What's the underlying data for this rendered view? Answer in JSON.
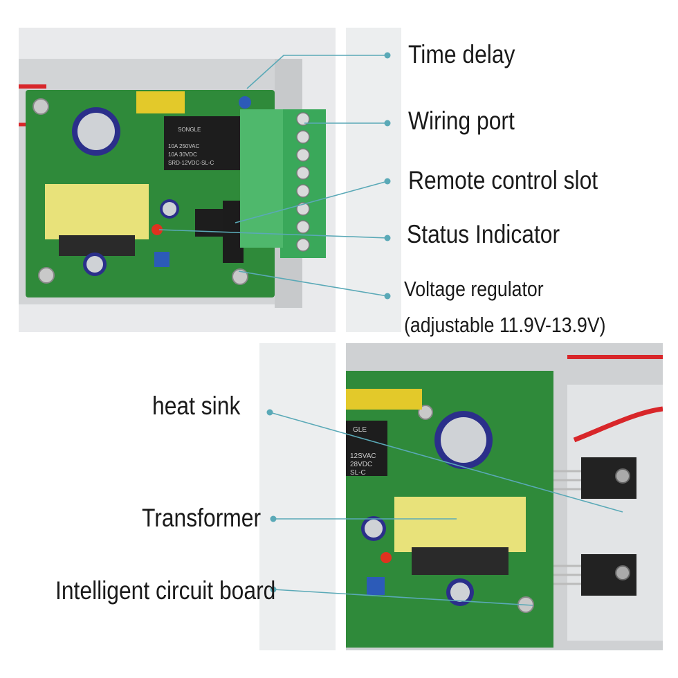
{
  "colors": {
    "leader_line": "#5aa9b7",
    "pcb_green": "#2f8a3a",
    "terminal_green": "#3aa85a",
    "transformer_yellow": "#e8e27a",
    "enclosure_grey": "#d4d6d8",
    "wire_red": "#d8262a"
  },
  "top_labels": {
    "time_delay": "Time delay",
    "wiring_port": "Wiring port",
    "remote_control_slot": "Remote control slot",
    "status_indicator": "Status Indicator",
    "voltage_regulator": "Voltage regulator",
    "voltage_regulator_range": "(adjustable 11.9V-13.9V)"
  },
  "bottom_labels": {
    "heat_sink": "heat sink",
    "transformer": "Transformer",
    "intelligent_circuit_board": "Intelligent circuit board"
  },
  "components": {
    "relay_lines": [
      "SONGLE",
      "10A 250VAC",
      "10A 30VDC",
      "SRD-12VDC-SL-C"
    ],
    "relay_lines_bottom": [
      "GLE",
      "12SVAC",
      "28VDC",
      "SL-C"
    ]
  }
}
